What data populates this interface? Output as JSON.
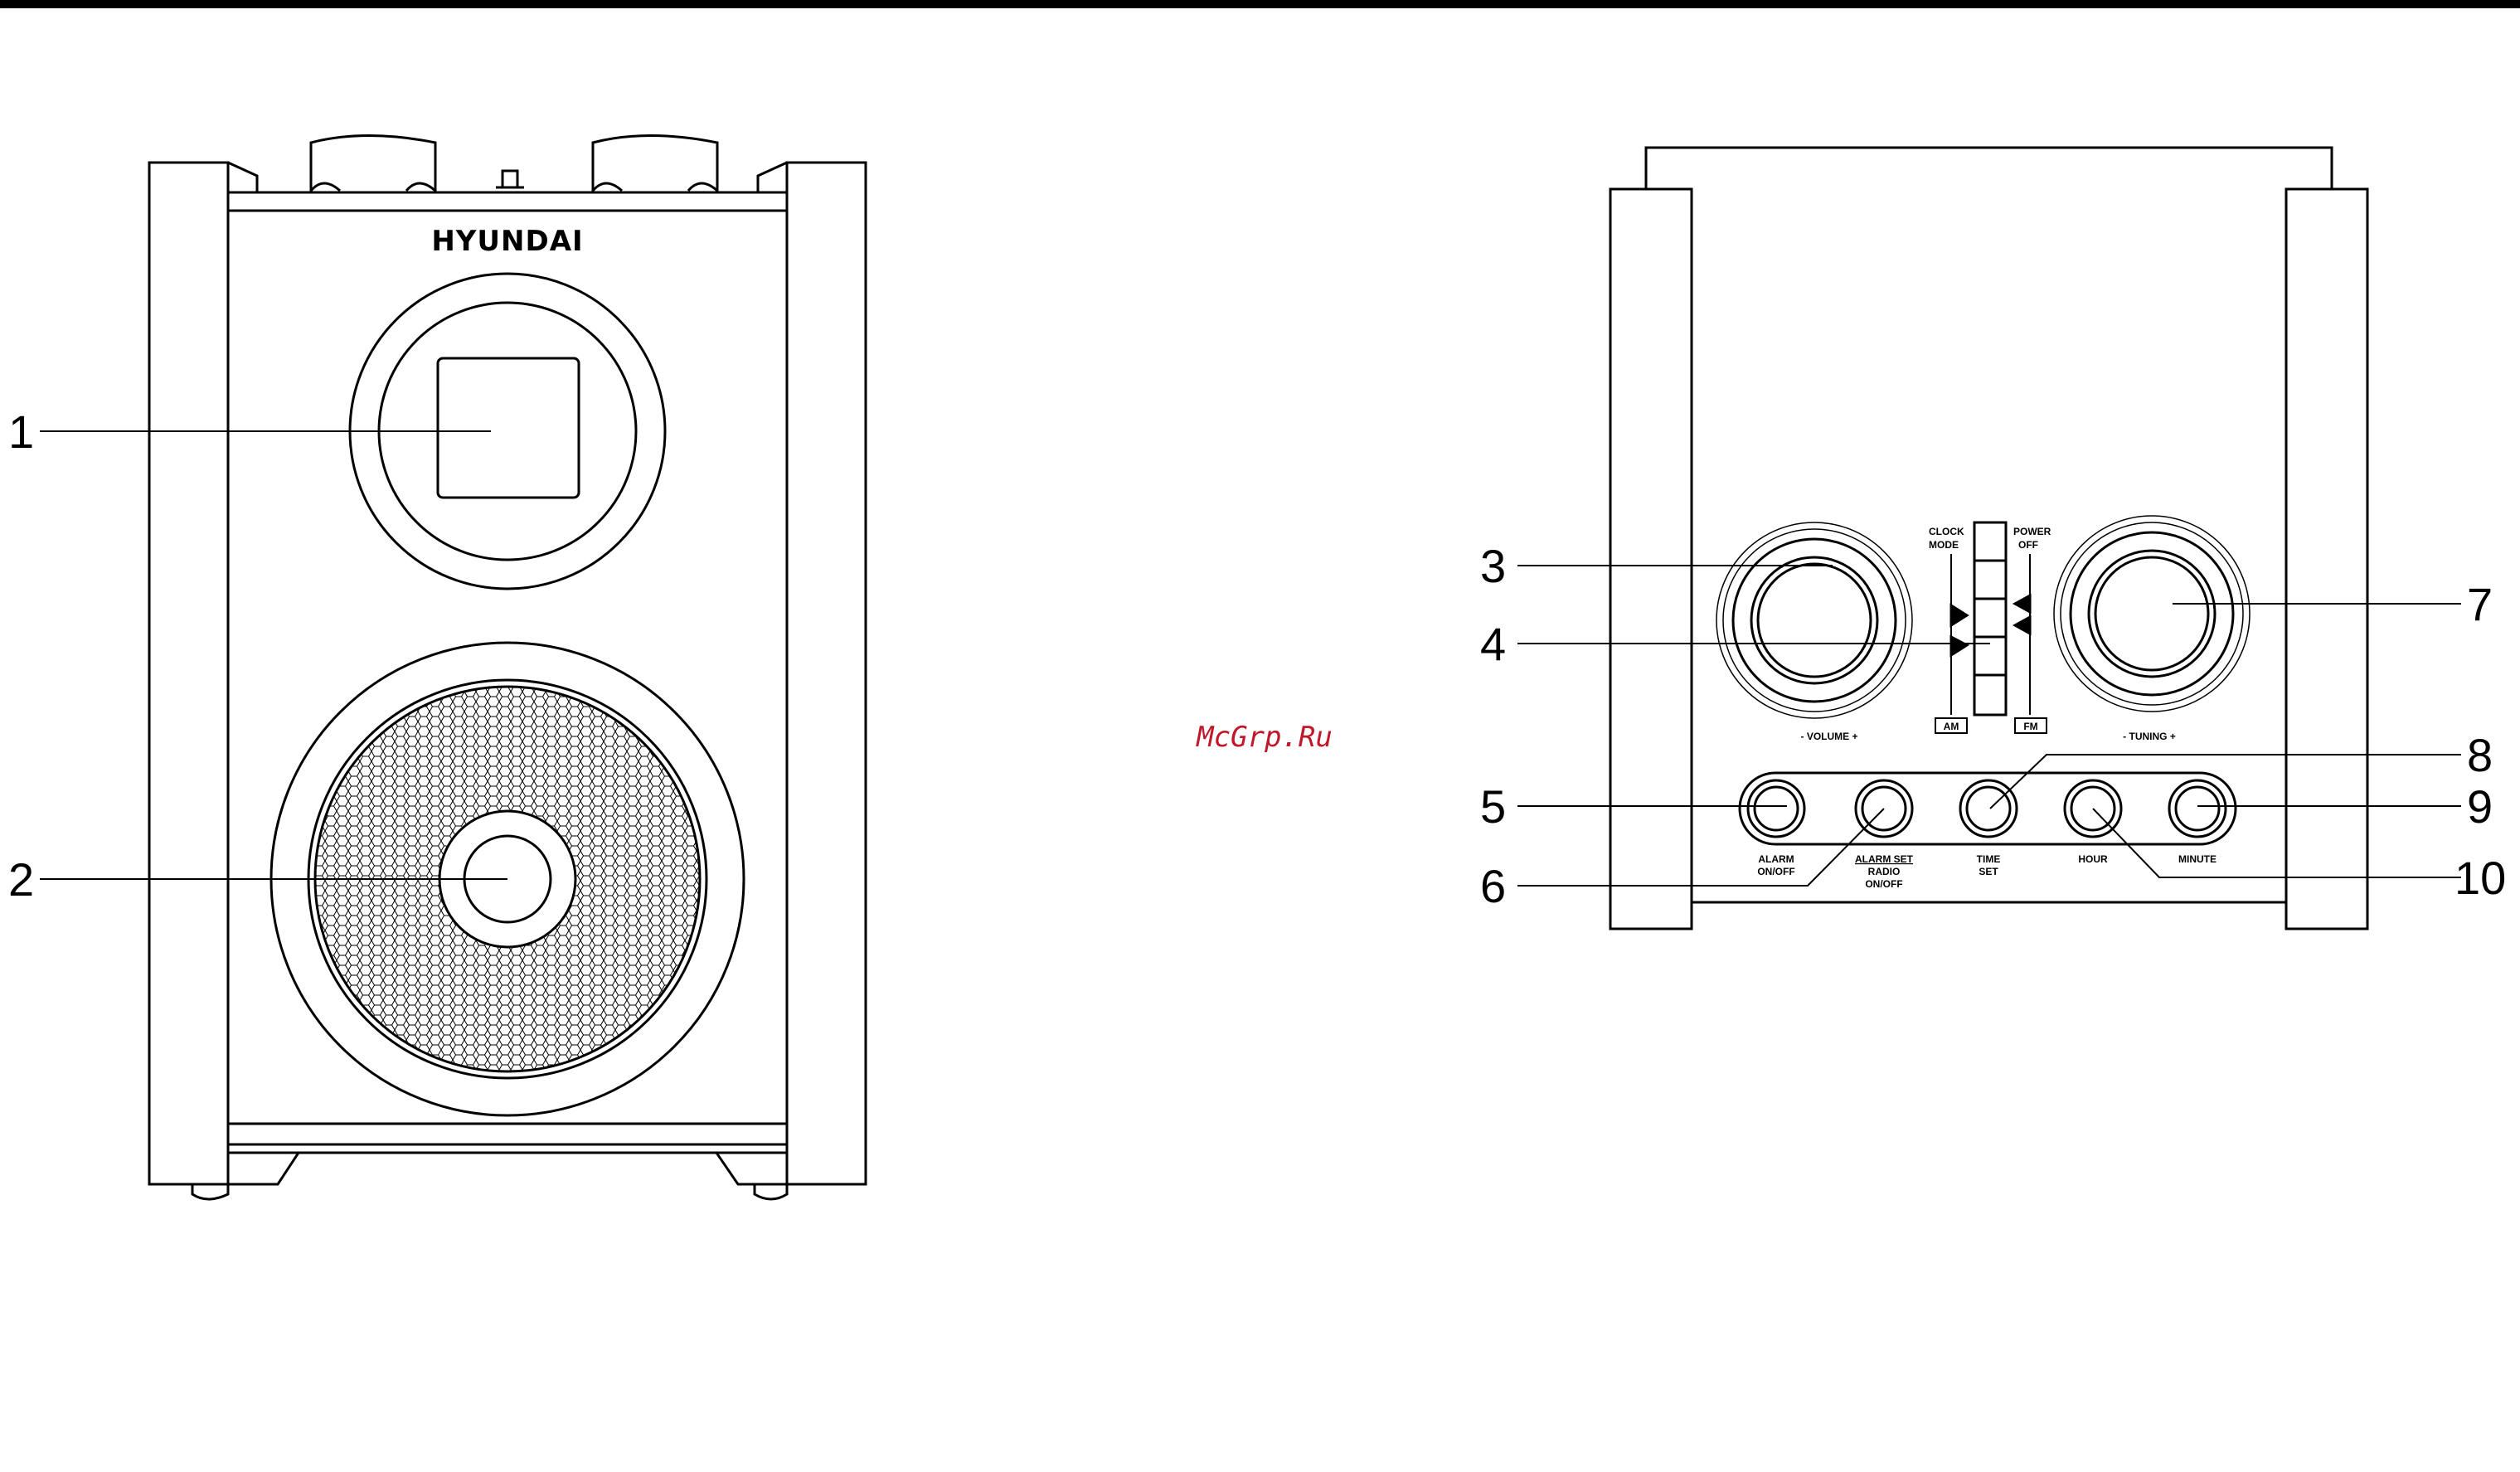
{
  "brand": "HYUNDAI",
  "watermark": "McGrp.Ru",
  "callouts": {
    "c1": "1",
    "c2": "2",
    "c3": "3",
    "c4": "4",
    "c5": "5",
    "c6": "6",
    "c7": "7",
    "c8": "8",
    "c9": "9",
    "c10": "10"
  },
  "switch": {
    "clock_mode": [
      "CLOCK",
      "MODE"
    ],
    "power_off": [
      "POWER",
      "OFF"
    ],
    "am": "AM",
    "fm": "FM"
  },
  "knobs": {
    "volume": "- VOLUME +",
    "tuning": "- TUNING +"
  },
  "buttons": {
    "alarm": [
      "ALARM",
      "ON/OFF"
    ],
    "alarm_set": [
      "ALARM SET",
      "RADIO",
      "ON/OFF"
    ],
    "time_set": [
      "TIME",
      "SET"
    ],
    "hour": "HOUR",
    "minute": "MINUTE"
  },
  "colors": {
    "topbar": "#000000",
    "watermark": "#c0182a",
    "line": "#000000"
  }
}
